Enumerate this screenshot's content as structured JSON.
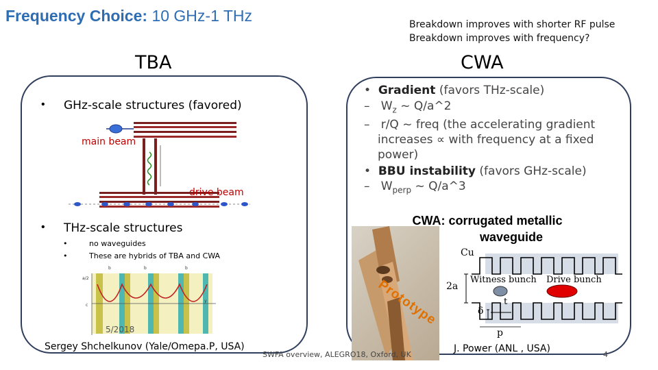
{
  "title": {
    "main": "Frequency Choice: ",
    "range": "10 GHz-1 THz"
  },
  "top_notes": [
    "Breakdown improves with shorter RF pulse",
    "Breakdown improves with frequency?"
  ],
  "tba": {
    "heading": "TBA",
    "bullet1": "GHz-scale structures (favored)",
    "main_beam": "main beam",
    "drive_beam": "drive beam",
    "bullet2": "THz-scale structures",
    "sub1": "no waveguides",
    "sub2": "These are hybrids of TBA and CWA",
    "credit": "Sergey Shchelkunov  (Yale/Omepa.P, USA)",
    "date": "5/2018",
    "diag_labels": {
      "b1": "b",
      "b2": "b",
      "b3": "b",
      "c": "c",
      "y": "y",
      "a2": "a/2"
    }
  },
  "cwa": {
    "heading": "CWA",
    "gradient_bold": "Gradient",
    "gradient_rest": " (favors THz-scale)",
    "w_line": "W",
    "w_sub": "z",
    "w_rest": " ~ Q/a^2",
    "rq_lines": [
      "r/Q ~ freq (the accelerating gradient",
      "increases ∝ with frequency at a fixed",
      "power)"
    ],
    "bbu_bold": "BBU instability",
    "bbu_rest": " (favors GHz-scale)",
    "wperp": "W",
    "wperp_sub": "perp",
    "wperp_rest": " ~ Q/a^3",
    "dash": "–",
    "dot": "•",
    "corrugated_title": [
      "CWA: corrugated metallic",
      "waveguide"
    ],
    "cu": "Cu",
    "two_a": "2a",
    "witness": "Witness bunch",
    "drive": "Drive bunch",
    "t": "t",
    "delta": "δ",
    "p": "p",
    "prototype": "Prototype",
    "credit": "J. Power (ANL , USA)"
  },
  "footer": {
    "center": "SWFA overview, ALEGRO18, Oxford, UK",
    "page": "4"
  },
  "colors": {
    "title_blue": "#2f6db3",
    "panel_border": "#2f3e5c",
    "label_red": "#c00000",
    "witness_gray": "#7f8fa6",
    "drive_red": "#e00000"
  }
}
